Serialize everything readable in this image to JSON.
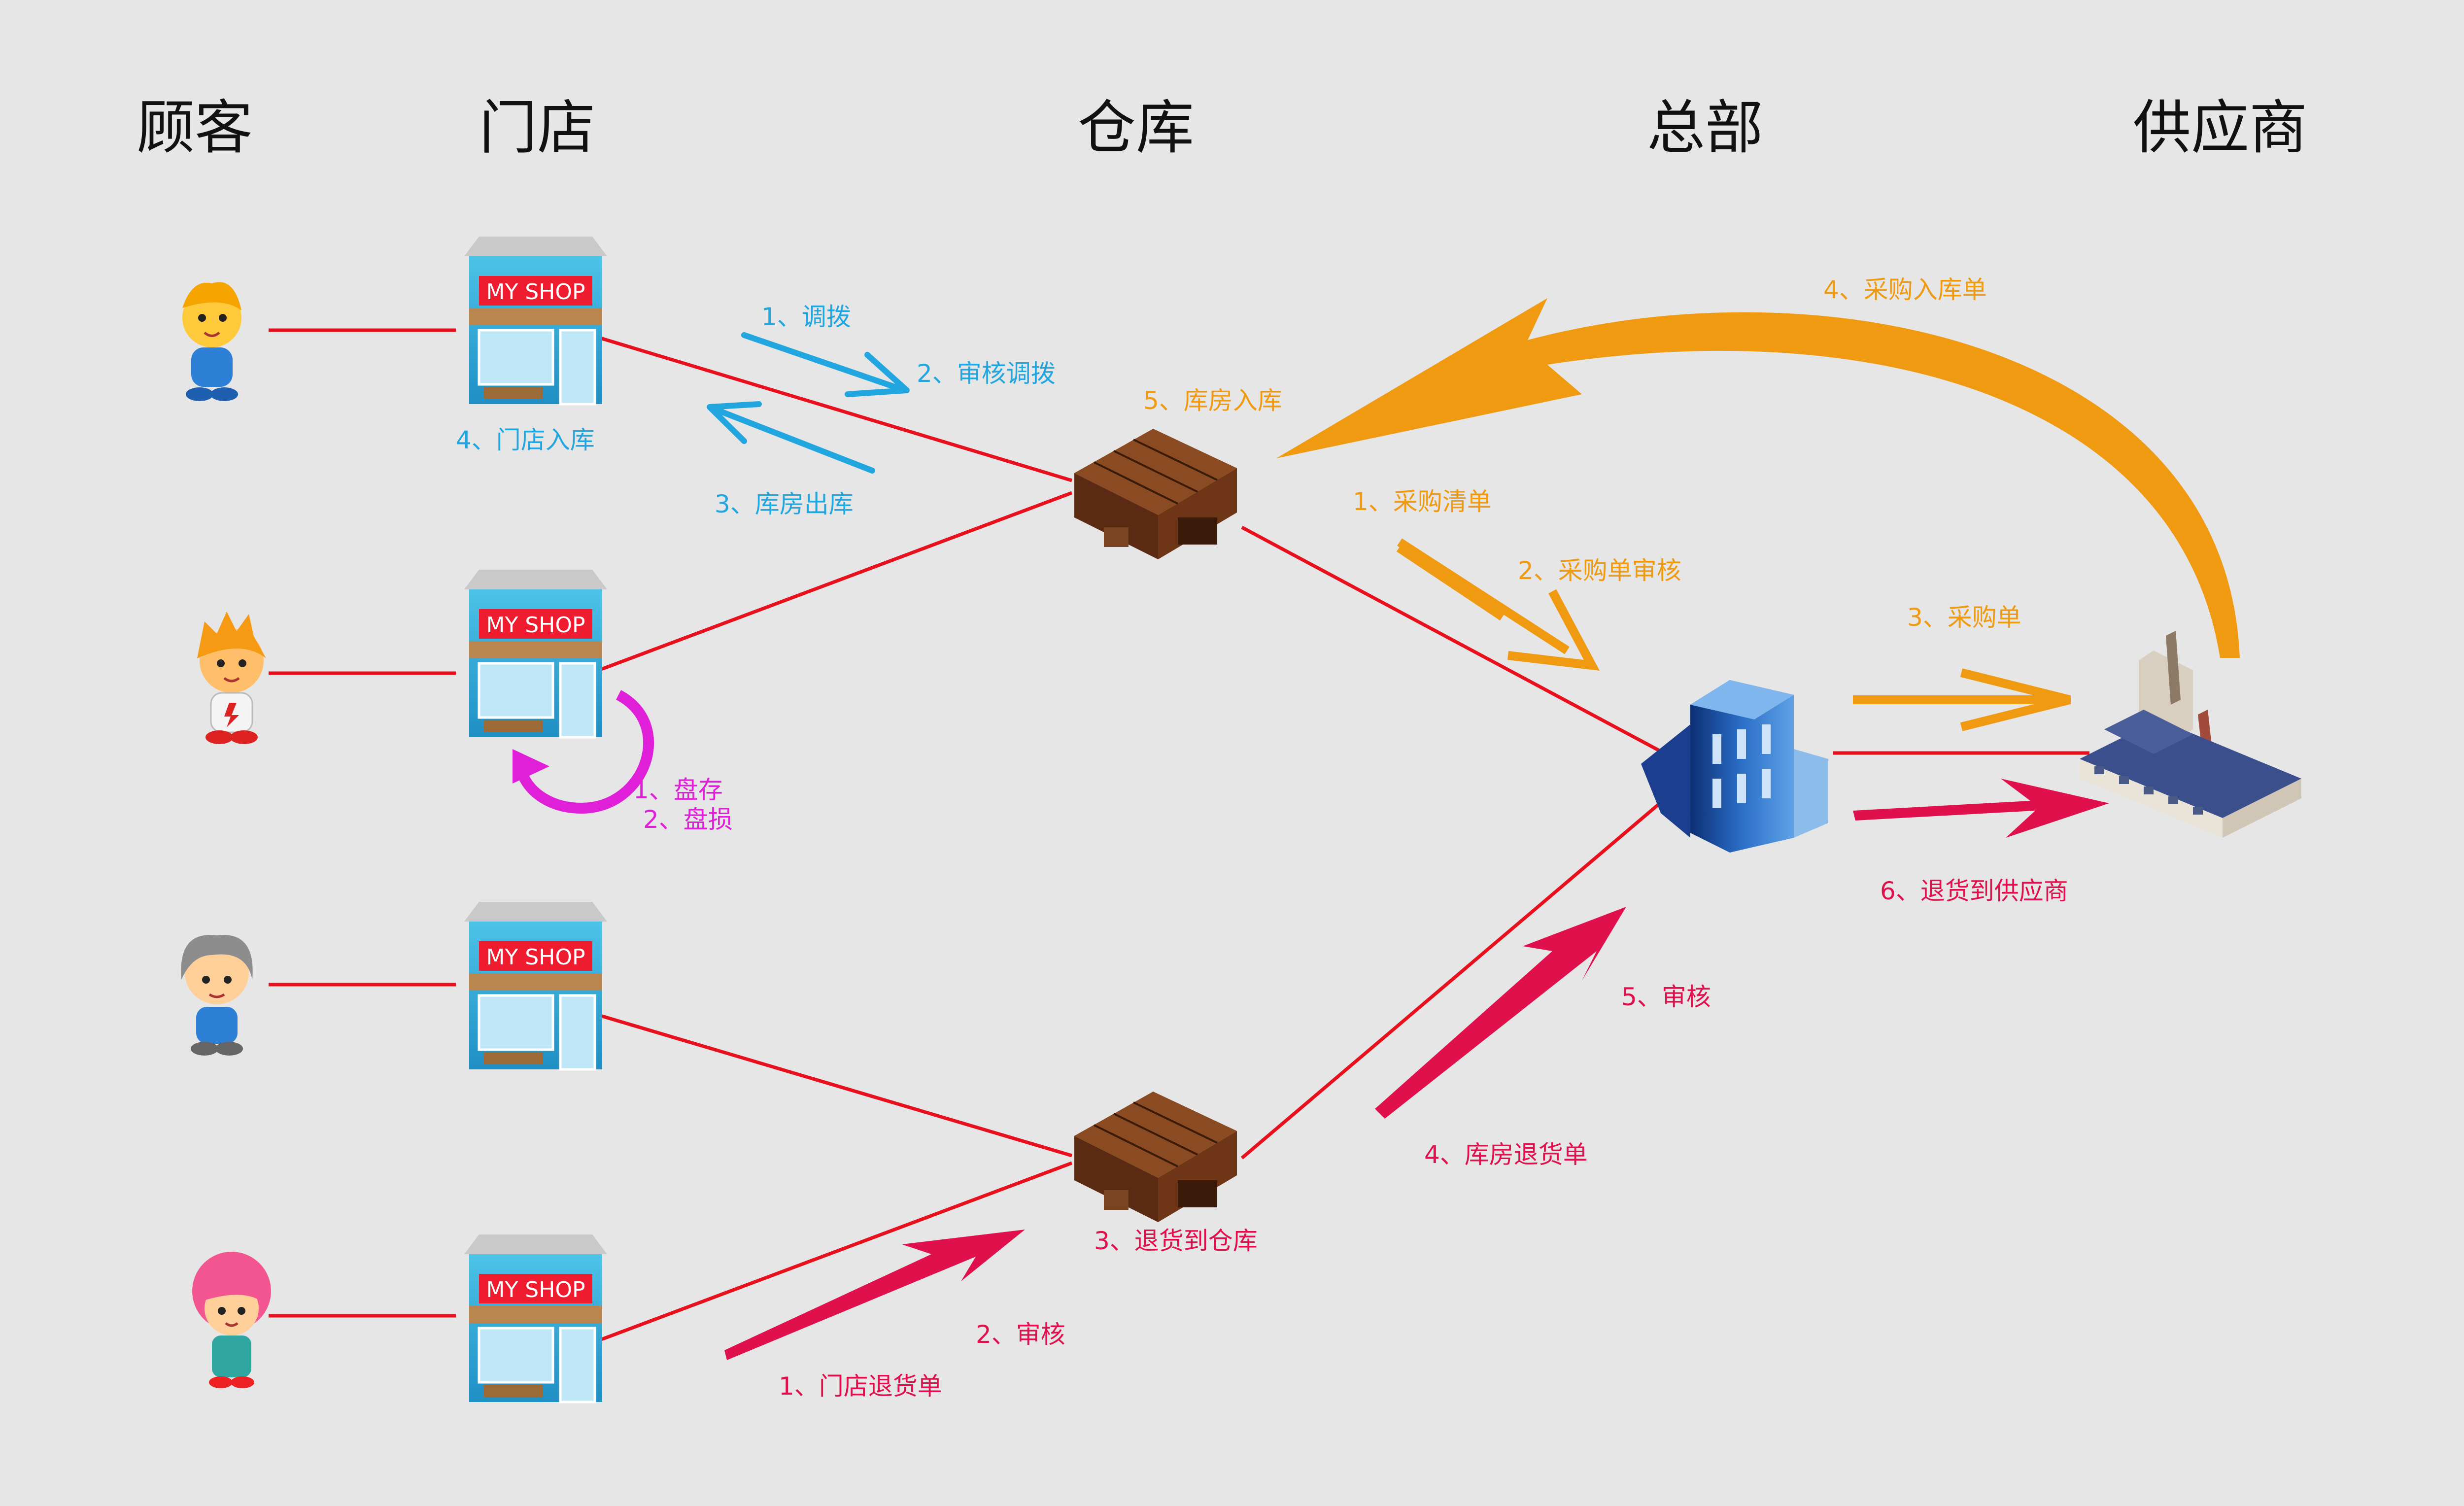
{
  "columns": {
    "customer": "顾客",
    "store": "门店",
    "warehouse": "仓库",
    "hq": "总部",
    "supplier": "供应商"
  },
  "shop_sign": "MY SHOP",
  "flows": {
    "transfer": "1、调拨",
    "transfer_review": "2、审核调拨",
    "store_inbound": "4、门店入库",
    "warehouse_outbound": "3、库房出库",
    "warehouse_inbound": "5、库房入库",
    "purchase_receipt": "4、采购入库单",
    "purchase_list": "1、采购清单",
    "purchase_review": "2、采购单审核",
    "purchase_order": "3、采购单",
    "stocktake": "1、盘存",
    "loss": "2、盘损",
    "return_to_supplier": "6、退货到供应商",
    "hq_review": "5、审核",
    "warehouse_return": "4、库房退货单",
    "return_to_warehouse": "3、退货到仓库",
    "store_review": "2、审核",
    "store_return": "1、门店退货单"
  },
  "colors": {
    "line": "#e8101c",
    "transfer": "#22a6e0",
    "purchase": "#f09a12",
    "inventory": "#e020d8",
    "returns": "#e0104c"
  }
}
